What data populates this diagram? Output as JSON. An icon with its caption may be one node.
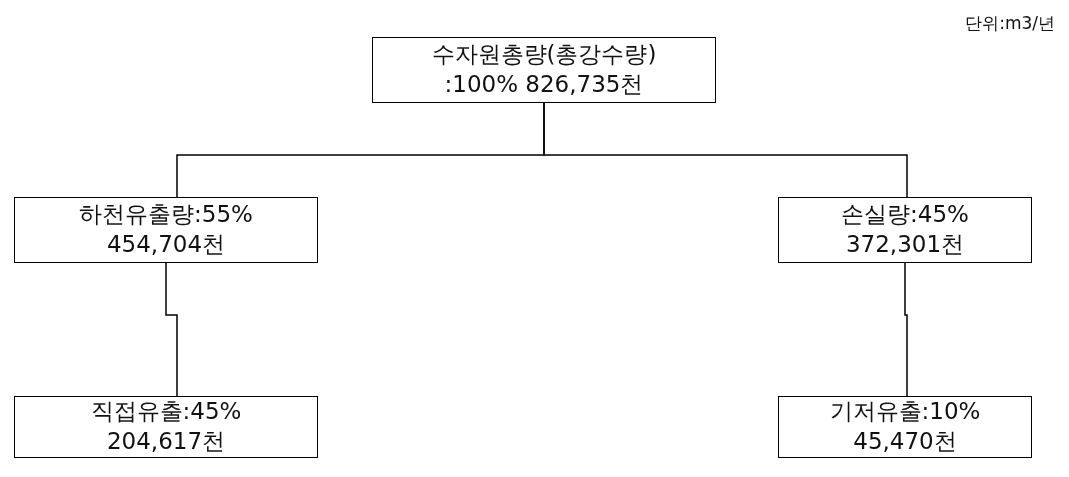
{
  "diagram": {
    "nodes": [
      {
        "text": [
          "수자원총량(총강수량)",
          ":100%  826,735천"
        ]
      },
      {
        "text": [
          "하천유출량:55%",
          "454,704천"
        ]
      },
      {
        "text": [
          "손실량:45%",
          "372,301천"
        ]
      },
      {
        "text": [
          "직접유출:45%",
          "204,617천"
        ]
      },
      {
        "text": [
          "기저유출:10%",
          "45,470천"
        ]
      }
    ],
    "edges": [
      {
        "from": 0,
        "to": 1,
        "arrow": "none"
      },
      {
        "from": 0,
        "to": 2,
        "arrow": "none"
      },
      {
        "from": 1,
        "to": 3,
        "arrow": "none"
      },
      {
        "from": 2,
        "to": 4,
        "arrow": "none"
      }
    ],
    "labels": [
      "단위:m3/년"
    ]
  }
}
